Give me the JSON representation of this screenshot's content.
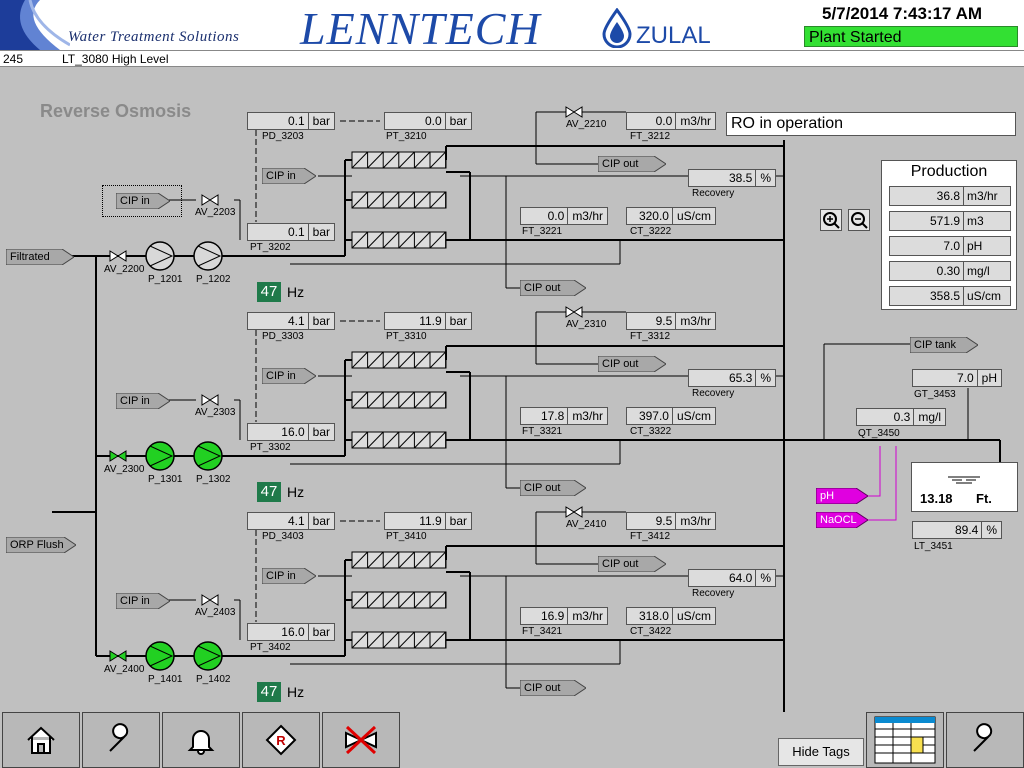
{
  "header": {
    "company_tagline": "Water Treatment Solutions",
    "company_name": "LENNTECH",
    "partner_name": "ZULAL",
    "datetime": "5/7/2014 7:43:17 AM",
    "plant_status": "Plant Started",
    "status_color": "#33e033"
  },
  "alarm": {
    "id": "245",
    "text": "LT_3080 High Level"
  },
  "page_title": "Reverse Osmosis",
  "message": "RO in operation",
  "production": {
    "title": "Production",
    "rows": [
      {
        "value": "36.8",
        "unit": "m3/hr"
      },
      {
        "value": "571.9",
        "unit": "m3"
      },
      {
        "value": "7.0",
        "unit": "pH"
      },
      {
        "value": "0.30",
        "unit": "mg/l"
      },
      {
        "value": "358.5",
        "unit": "uS/cm"
      }
    ]
  },
  "labels": {
    "filtrated": "Filtrated",
    "orp_flush": "ORP Flush",
    "cip_in": "CIP in",
    "cip_out": "CIP out",
    "cip_tank": "CIP tank",
    "ph": "pH",
    "naocl": "NaOCL",
    "recovery": "Recovery",
    "hz_unit": "Hz",
    "hide_tags": "Hide Tags"
  },
  "trains": [
    {
      "pd": {
        "tag": "PD_3203",
        "value": "0.1",
        "unit": "bar"
      },
      "pt_out": {
        "tag": "PT_3210",
        "value": "0.0",
        "unit": "bar"
      },
      "pt_in": {
        "tag": "PT_3202",
        "value": "0.1",
        "unit": "bar"
      },
      "ft_reject": {
        "tag": "FT_3212",
        "value": "0.0",
        "unit": "m3/hr"
      },
      "ft_perm": {
        "tag": "FT_3221",
        "value": "0.0",
        "unit": "m3/hr"
      },
      "ct": {
        "tag": "CT_3222",
        "value": "320.0",
        "unit": "uS/cm"
      },
      "recovery": {
        "value": "38.5",
        "unit": "%"
      },
      "av_reject": "AV_2210",
      "av_cip": "AV_2203",
      "av_feed": "AV_2200",
      "p1": "P_1201",
      "p2": "P_1202",
      "hz": "47"
    },
    {
      "pd": {
        "tag": "PD_3303",
        "value": "4.1",
        "unit": "bar"
      },
      "pt_out": {
        "tag": "PT_3310",
        "value": "11.9",
        "unit": "bar"
      },
      "pt_in": {
        "tag": "PT_3302",
        "value": "16.0",
        "unit": "bar"
      },
      "ft_reject": {
        "tag": "FT_3312",
        "value": "9.5",
        "unit": "m3/hr"
      },
      "ft_perm": {
        "tag": "FT_3321",
        "value": "17.8",
        "unit": "m3/hr"
      },
      "ct": {
        "tag": "CT_3322",
        "value": "397.0",
        "unit": "uS/cm"
      },
      "recovery": {
        "value": "65.3",
        "unit": "%"
      },
      "av_reject": "AV_2310",
      "av_cip": "AV_2303",
      "av_feed": "AV_2300",
      "p1": "P_1301",
      "p2": "P_1302",
      "hz": "47"
    },
    {
      "pd": {
        "tag": "PD_3403",
        "value": "4.1",
        "unit": "bar"
      },
      "pt_out": {
        "tag": "PT_3410",
        "value": "11.9",
        "unit": "bar"
      },
      "pt_in": {
        "tag": "PT_3402",
        "value": "16.0",
        "unit": "bar"
      },
      "ft_reject": {
        "tag": "FT_3412",
        "value": "9.5",
        "unit": "m3/hr"
      },
      "ft_perm": {
        "tag": "FT_3421",
        "value": "16.9",
        "unit": "m3/hr"
      },
      "ct": {
        "tag": "CT_3422",
        "value": "318.0",
        "unit": "uS/cm"
      },
      "recovery": {
        "value": "64.0",
        "unit": "%"
      },
      "av_reject": "AV_2410",
      "av_cip": "AV_2403",
      "av_feed": "AV_2400",
      "p1": "P_1401",
      "p2": "P_1402",
      "hz": "47"
    }
  ],
  "tank": {
    "gt": {
      "tag": "GT_3453",
      "value": "7.0",
      "unit": "pH"
    },
    "qt": {
      "tag": "QT_3450",
      "value": "0.3",
      "unit": "mg/l"
    },
    "level_value": "13.18",
    "level_unit": "Ft.",
    "lt": {
      "tag": "LT_3451",
      "value": "89.4",
      "unit": "%"
    }
  },
  "footer": {
    "buttons": [
      "home-icon",
      "wrench-icon",
      "bell-icon",
      "reset-icon",
      "disabled-pump-icon"
    ],
    "right_buttons": [
      "table-icon",
      "wrench-icon"
    ]
  }
}
